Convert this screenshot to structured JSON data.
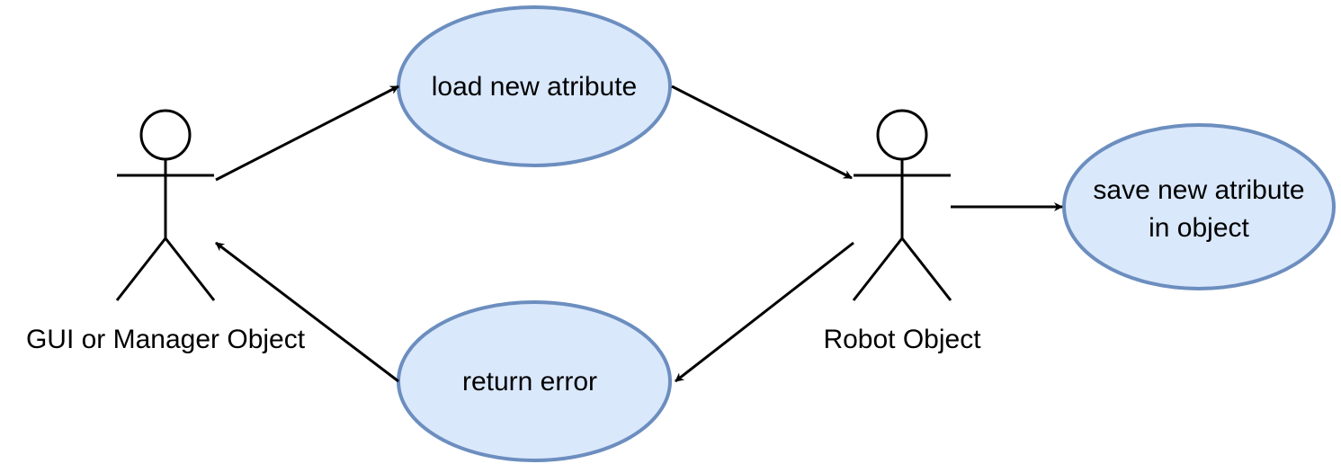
{
  "actors": {
    "gui": {
      "label": "GUI or Manager Object"
    },
    "robot": {
      "label": "Robot Object"
    }
  },
  "use_cases": {
    "load": {
      "lines": [
        "load new atribute"
      ]
    },
    "save": {
      "lines": [
        "save new atribute",
        "in object"
      ]
    },
    "error": {
      "lines": [
        "return error"
      ]
    }
  },
  "colors": {
    "ellipse_fill": "#dae8fc",
    "ellipse_stroke": "#6c8ebf",
    "line": "#000000"
  }
}
